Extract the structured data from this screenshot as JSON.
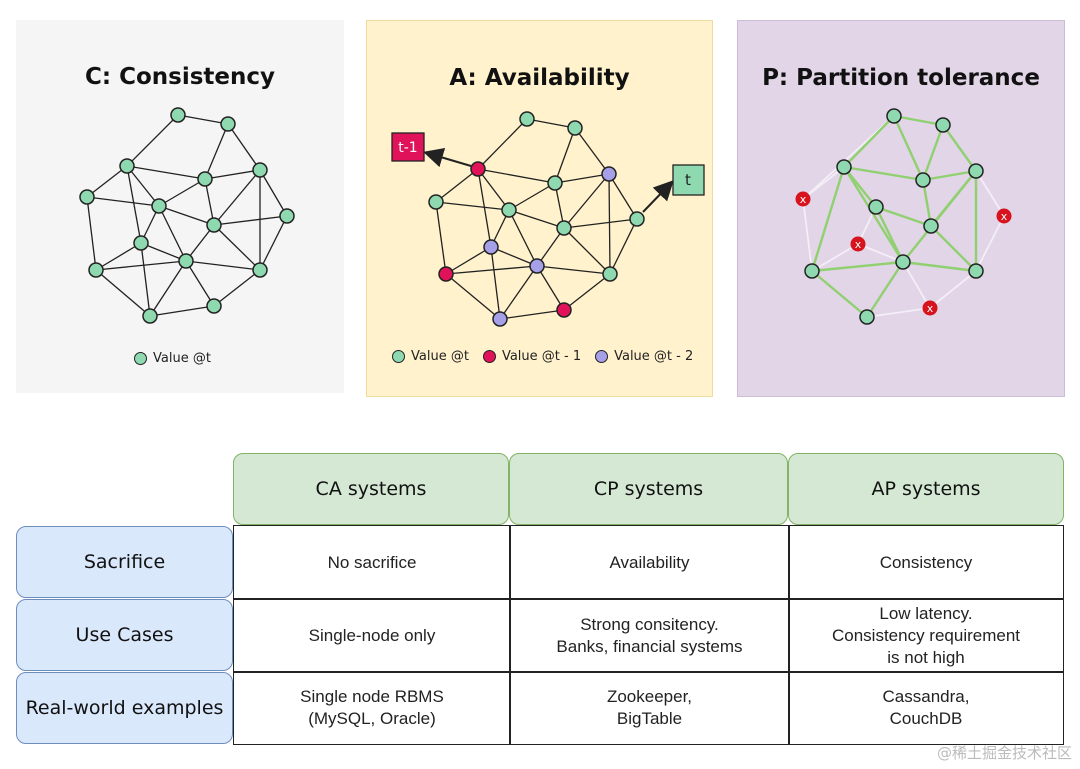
{
  "panels": {
    "c": {
      "title": "C: Consistency",
      "legend": "Value @t"
    },
    "a": {
      "title": "A: Availability",
      "legend_t": "Value @t",
      "legend_t1": "Value @t - 1",
      "legend_t2": "Value @t - 2",
      "box_t1": "t-1",
      "box_t": "t"
    },
    "p": {
      "title": "P: Partition tolerance",
      "x_mark": "x"
    }
  },
  "colors": {
    "node_green": "#8fd9b0",
    "node_red": "#e0135a",
    "node_blue": "#a6a0e8",
    "edge_green": "#90d070",
    "panel_c_bg": "#f5f5f5",
    "panel_a_bg": "#fff2cc",
    "panel_p_bg": "#e1d5e7",
    "header_bg": "#d5e8d4",
    "rowlabel_bg": "#dae8fc"
  },
  "table": {
    "headers": [
      "CA systems",
      "CP systems",
      "AP systems"
    ],
    "rows": [
      {
        "label": "Sacrifice",
        "cells": [
          "No sacrifice",
          "Availability",
          "Consistency"
        ]
      },
      {
        "label": "Use Cases",
        "cells": [
          "Single-node only",
          "Strong consitency.\nBanks, financial systems",
          "Low latency.\nConsistency requirement\nis not high"
        ]
      },
      {
        "label": "Real-world examples",
        "cells": [
          "Single node RBMS\n(MySQL, Oracle)",
          "Zookeeper,\nBigTable",
          "Cassandra,\nCouchDB"
        ]
      }
    ]
  },
  "watermark": "@稀土掘金技术社区"
}
